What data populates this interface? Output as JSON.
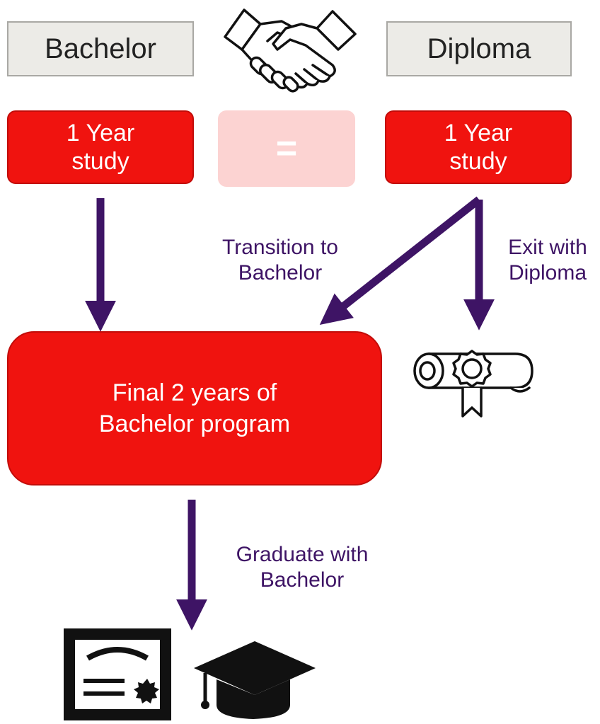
{
  "top_row": {
    "left_label": "Bachelor",
    "right_label": "Diploma",
    "center_icon": "handshake-icon"
  },
  "first_year": {
    "left_lines": [
      "1 Year",
      "study"
    ],
    "right_lines": [
      "1 Year",
      "study"
    ],
    "equals_symbol": "="
  },
  "final_program": {
    "lines": [
      "Final 2 years of",
      "Bachelor program"
    ]
  },
  "transitions": {
    "transition_lines": [
      "Transition to",
      "Bachelor"
    ],
    "exit_lines": [
      "Exit with",
      "Diploma"
    ],
    "graduate_lines": [
      "Graduate with",
      "Bachelor"
    ]
  },
  "icons": {
    "diploma_scroll": "diploma-scroll-icon",
    "certificate": "certificate-icon",
    "graduation_cap": "graduation-cap-icon"
  },
  "colors": {
    "red": "#f0130f",
    "arrow": "#3e1465",
    "grey_box": "#ecebe7",
    "pink": "#fcd3d2"
  }
}
